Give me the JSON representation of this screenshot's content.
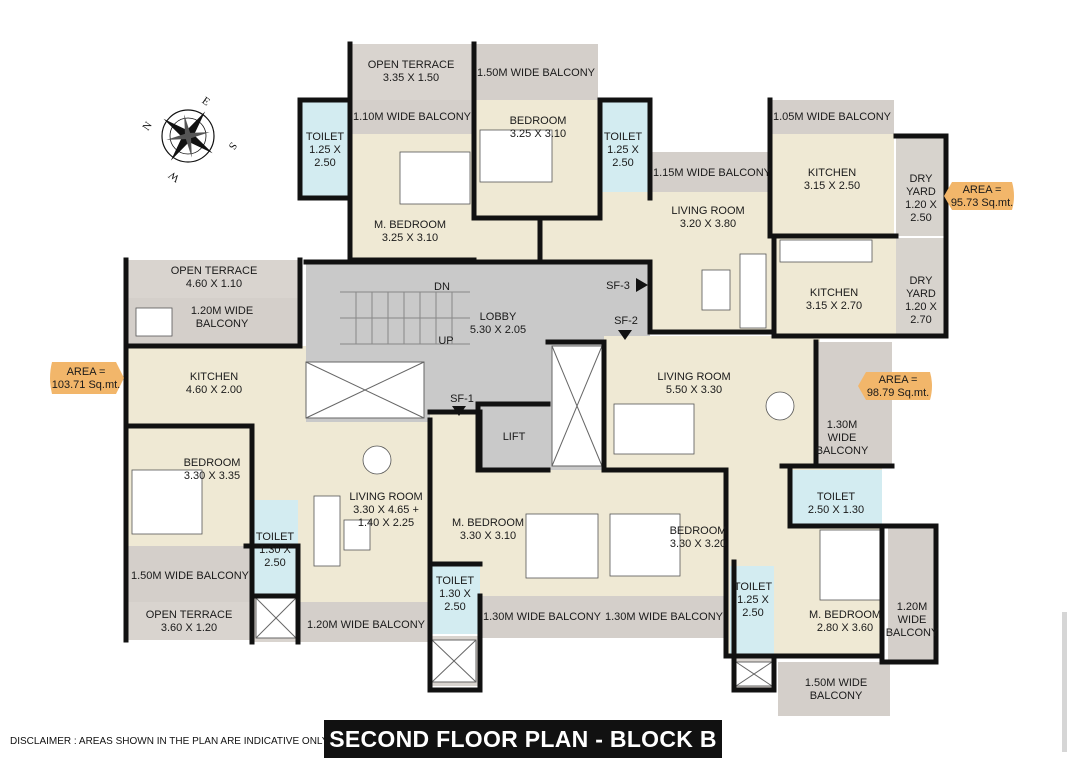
{
  "title": "SECOND FLOOR PLAN - BLOCK B",
  "disclaimer": "DISCLAIMER : AREAS SHOWN IN THE PLAN ARE INDICATIVE ONLY",
  "compass": {
    "icon": "compass-rose-icon",
    "n": "N",
    "e": "E",
    "s": "S",
    "w": "W"
  },
  "areas": [
    {
      "line1": "AREA =",
      "line2": "103.71 Sq.mt."
    },
    {
      "line1": "AREA =",
      "line2": "95.73 Sq.mt."
    },
    {
      "line1": "AREA =",
      "line2": "98.79 Sq.mt."
    }
  ],
  "colors": {
    "room": "#efe9d4",
    "terrace": "#d9d4cf",
    "toilet": "#d3ecf1",
    "lobby": "#c9c9c9",
    "area_badge": "#f2b66a",
    "wall": "#111111"
  },
  "rooms": {
    "open_terrace_top": [
      "OPEN TERRACE",
      "3.35 X 1.50"
    ],
    "balcony_150_top": [
      "1.50M WIDE BALCONY"
    ],
    "balcony_110": [
      "1.10M WIDE BALCONY"
    ],
    "bedroom_top": [
      "BEDROOM",
      "3.25 X 3.10"
    ],
    "toilet_top_left": [
      "TOILET",
      "1.25 X",
      "2.50"
    ],
    "toilet_top_mid": [
      "TOILET",
      "1.25 X",
      "2.50"
    ],
    "mbedroom_top": [
      "M. BEDROOM",
      "3.25 X 3.10"
    ],
    "balcony_105": [
      "1.05M WIDE BALCONY"
    ],
    "balcony_115": [
      "1.15M WIDE BALCONY"
    ],
    "kitchen_top": [
      "KITCHEN",
      "3.15 X 2.50"
    ],
    "dry_yard_top": [
      "DRY",
      "YARD",
      "1.20 X",
      "2.50"
    ],
    "living_top": [
      "LIVING ROOM",
      "3.20 X 3.80"
    ],
    "kitchen_mid": [
      "KITCHEN",
      "3.15 X 2.70"
    ],
    "dry_yard_mid": [
      "DRY",
      "YARD",
      "1.20 X",
      "2.70"
    ],
    "open_terrace_left": [
      "OPEN TERRACE",
      "4.60 X 1.10"
    ],
    "balcony_120_left": [
      "1.20M WIDE",
      "BALCONY"
    ],
    "lobby": [
      "LOBBY",
      "5.30 X 2.05"
    ],
    "stairs_dn": [
      "DN"
    ],
    "stairs_up": [
      "UP"
    ],
    "sf1": [
      "SF-1"
    ],
    "sf2": [
      "SF-2"
    ],
    "sf3": [
      "SF-3"
    ],
    "lift": [
      "LIFT"
    ],
    "kitchen_left": [
      "KITCHEN",
      "4.60 X 2.00"
    ],
    "living_right": [
      "LIVING ROOM",
      "5.50 X 3.30"
    ],
    "balcony_130_right": [
      "1.30M",
      "WIDE",
      "BALCONY"
    ],
    "bedroom_left": [
      "BEDROOM",
      "3.30 X 3.35"
    ],
    "living_left": [
      "LIVING ROOM",
      "3.30 X 4.65 +",
      "1.40 X 2.25"
    ],
    "toilet_left": [
      "TOILET",
      "1.30 X",
      "2.50"
    ],
    "mbedroom_mid": [
      "M. BEDROOM",
      "3.30 X 3.10"
    ],
    "bedroom_mid": [
      "BEDROOM",
      "3.30 X 3.20"
    ],
    "toilet_right_top": [
      "TOILET",
      "2.50 X 1.30"
    ],
    "balcony_150_left": [
      "1.50M WIDE BALCONY"
    ],
    "toilet_mid": [
      "TOILET",
      "1.30 X",
      "2.50"
    ],
    "toilet_right": [
      "TOILET",
      "1.25 X",
      "2.50"
    ],
    "mbedroom_right": [
      "M. BEDROOM",
      "2.80 X 3.60"
    ],
    "balcony_120_right": [
      "1.20M",
      "WIDE",
      "BALCONY"
    ],
    "open_terrace_bottom": [
      "OPEN TERRACE",
      "3.60 X 1.20"
    ],
    "balcony_120_bottom": [
      "1.20M WIDE BALCONY"
    ],
    "balcony_130_mid1": [
      "1.30M WIDE BALCONY"
    ],
    "balcony_130_mid2": [
      "1.30M WIDE BALCONY"
    ],
    "balcony_150_bottom": [
      "1.50M WIDE",
      "BALCONY"
    ]
  }
}
